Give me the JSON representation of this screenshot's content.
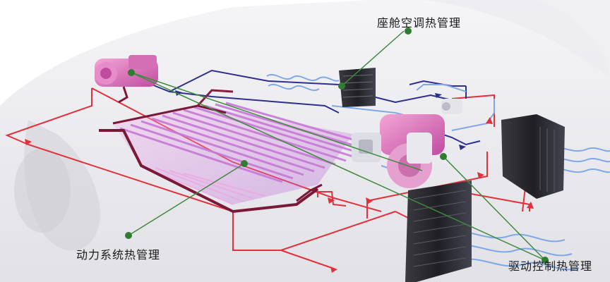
{
  "labels": {
    "cabin": "座舱空调热管理",
    "powertrain": "动力系统热管理",
    "drive_control": "驱动控制热管理"
  },
  "colors": {
    "hot_loop": "#e0313c",
    "cool_loop": "#2e2f8f",
    "light_loop": "#7fa9e6",
    "leader_line": "#3f8a3f",
    "leader_dot": "#2e7d32",
    "battery_pink": "#e98ad6",
    "battery_purple": "#b060d0",
    "component_magenta": "#d85aa8",
    "radiator_dark": "#2b2b30",
    "car_silhouette": "#e9e9ed"
  }
}
